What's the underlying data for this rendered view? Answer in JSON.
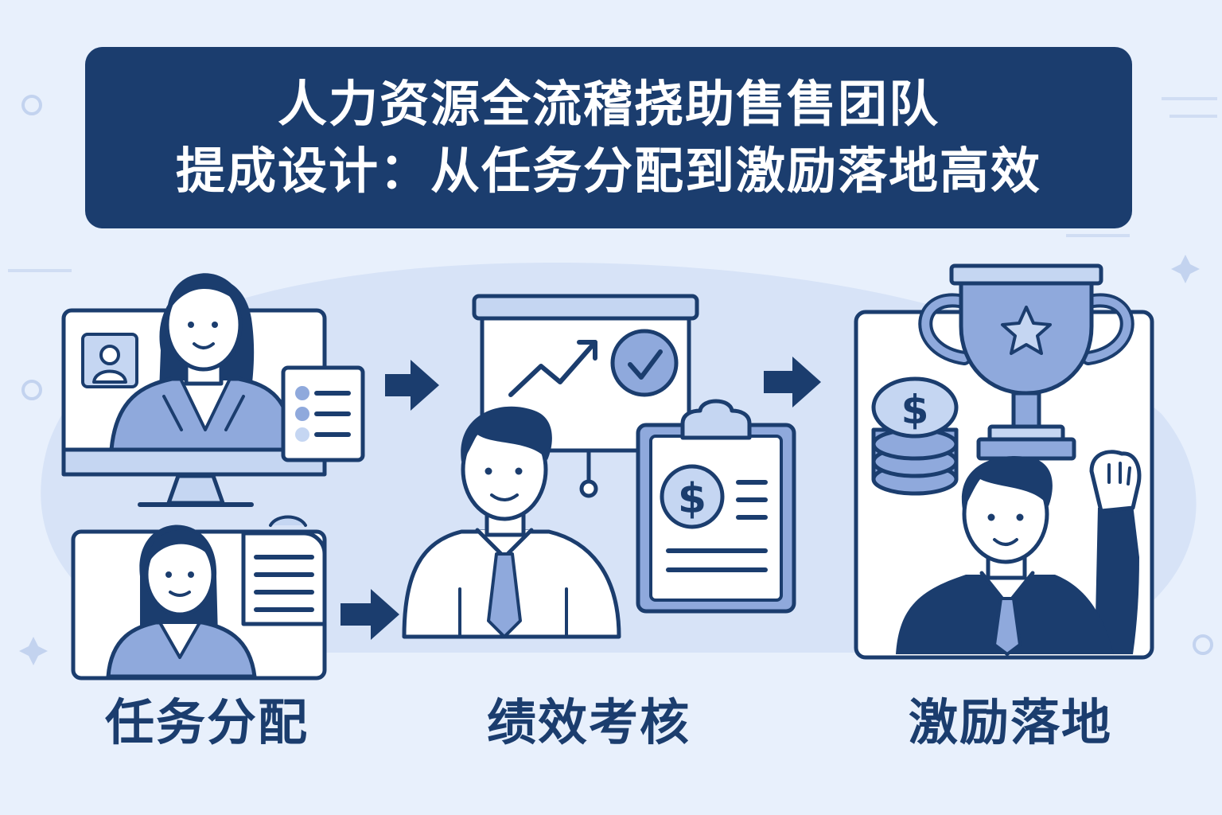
{
  "title": {
    "line1": "人力资源全流稽挠助售售团队",
    "line2": "提成设计：从任务分配到激励落地高效"
  },
  "stages": [
    {
      "label": "任务分配",
      "icon": "task-assignment-icon"
    },
    {
      "label": "绩效考核",
      "icon": "performance-review-icon"
    },
    {
      "label": "激励落地",
      "icon": "incentive-reward-icon"
    }
  ],
  "colors": {
    "background": "#e8f0fc",
    "navy": "#1b3d6e",
    "mid_blue": "#8fa9dc",
    "light_blue": "#c5d6f2",
    "white": "#ffffff"
  }
}
